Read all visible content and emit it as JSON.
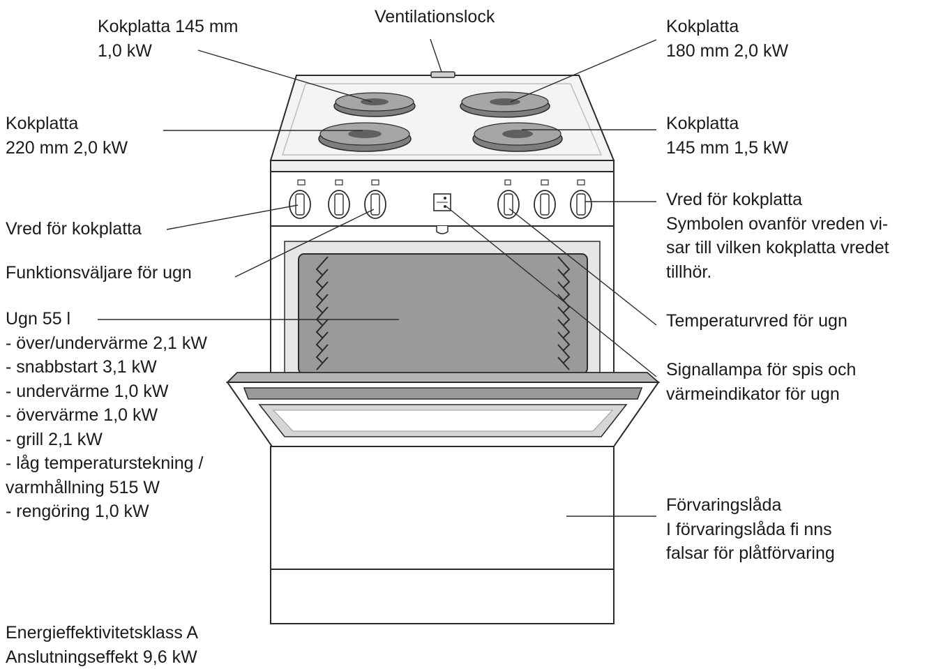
{
  "labels": {
    "hob_back_left": [
      "Kokplatta 145 mm",
      "1,0 kW"
    ],
    "vent": [
      "Ventilationslock"
    ],
    "hob_back_right": [
      "Kokplatta",
      "180 mm 2,0 kW"
    ],
    "hob_front_left": [
      "Kokplatta",
      "220 mm 2,0 kW"
    ],
    "hob_front_right": [
      "Kokplatta",
      "145 mm 1,5 kW"
    ],
    "knob_left": [
      "Vred för kokplatta"
    ],
    "knob_right": [
      "Vred för kokplatta",
      "Symbolen ovanför vreden vi-",
      "sar till vilken kokplatta vredet",
      "tillhör."
    ],
    "function_selector": [
      "Funktionsväljare för ugn"
    ],
    "oven": [
      "Ugn 55 l",
      "- över/undervärme 2,1 kW",
      "- snabbstart 3,1 kW",
      "- undervärme 1,0 kW",
      "- övervärme 1,0 kW",
      "- grill 2,1 kW",
      "- låg temperaturstekning /",
      "varmhållning 515 W",
      "- rengöring 1,0 kW"
    ],
    "temperature_knob": [
      "Temperaturvred för ugn"
    ],
    "signal_lamp": [
      "Signallampa för spis och",
      "värmeindikator för ugn"
    ],
    "storage_drawer": [
      "Förvaringslåda",
      "I förvaringslåda fi nns",
      "falsar för plåtförvaring"
    ],
    "energy": [
      "Energieffektivitetsklass A",
      "Anslutningseffekt 9,6 kW"
    ]
  },
  "colors": {
    "outline": "#2b2b2b",
    "hob_plate": "#8c8c8c",
    "hob_center": "#5f5f5f",
    "oven_interior": "#9a9a9a",
    "cooktop": "#f4f4f4",
    "glass": "#d6d6d6"
  }
}
